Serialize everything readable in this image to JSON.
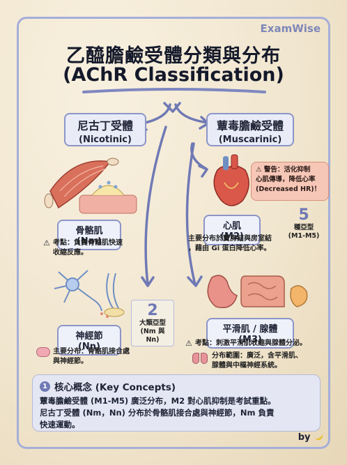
{
  "brand": "ExamWise",
  "title": {
    "line1": "乙醯膽鹼受體分類與分布",
    "line2": "(AChR Classification)"
  },
  "nicotinic": {
    "zh": "尼古丁受體",
    "en": "(Nicotinic)"
  },
  "muscarinic": {
    "zh": "蕈毒膽鹼受體",
    "en": "(Muscarinic)"
  },
  "nm": {
    "label": "骨骼肌 (Nm)",
    "note": [
      "考點：負責骨骼肌快速",
      "收縮反應。"
    ]
  },
  "nn": {
    "label": "神經節 (Nn)",
    "note": [
      "主要分布：骨骼肌接合處",
      "與神經節。"
    ]
  },
  "nic_count": {
    "number": "2",
    "text": [
      "大類亞型",
      "(Nm 與 Nn)"
    ]
  },
  "m2": {
    "label": "心肌 (M2)",
    "note": [
      "主要分布於竇房結與房室結",
      "，藉由 Gi 蛋白降低心率。"
    ],
    "warning": [
      "警告：活化抑制",
      "心肌傳導，降低心率",
      "(Decreased HR)！"
    ]
  },
  "mus_count": {
    "number": "5",
    "text": [
      "種亞型",
      "(M1-M5)"
    ]
  },
  "m3": {
    "label": "平滑肌 / 腺體 (M3)",
    "note": "考點：刺激平滑肌收縮與腺體分泌。",
    "range": [
      "分布範圍：廣泛，含平滑肌、",
      "腺體與中樞神經系統。"
    ]
  },
  "concept": {
    "number": "1",
    "title": "核心概念 (Key Concepts)",
    "lines": [
      "蕈毒膽鹼受體 (M1-M5) 廣泛分布，M2 對心肌抑制是考試重點。",
      "尼古丁受體 (Nm，Nn) 分布於骨骼肌接合處與神經節，Nm 負責",
      "快速運動。"
    ]
  },
  "byline": "by",
  "colors": {
    "accent": "#8c95c8",
    "frame": "#a5aed8",
    "warning": "#f6c7b7",
    "paper": "#efe3cc"
  }
}
